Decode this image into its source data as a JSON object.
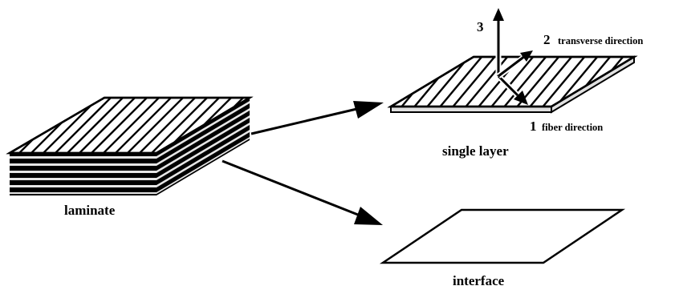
{
  "labels": {
    "laminate": "laminate",
    "single_layer": "single layer",
    "interface": "interface",
    "axis_1_num": "1",
    "axis_1_text": "fiber direction",
    "axis_2_num": "2",
    "axis_2_text": "transverse direction",
    "axis_3_num": "3"
  },
  "colors": {
    "ink": "#000000",
    "paper": "#ffffff",
    "layer_edge": "#d9d9d9"
  }
}
